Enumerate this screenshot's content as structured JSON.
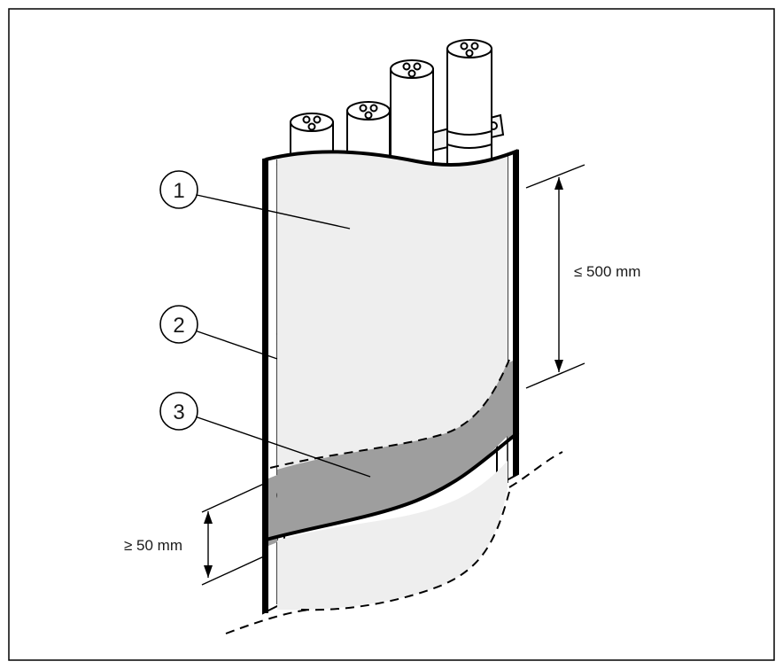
{
  "callouts": [
    {
      "id": "1",
      "text": "1"
    },
    {
      "id": "2",
      "text": "2"
    },
    {
      "id": "3",
      "text": "3"
    }
  ],
  "dimensions": {
    "top_spacing": "≤ 500 mm",
    "overlap": "≥ 50 mm"
  },
  "colors": {
    "frame": "#000000",
    "sheet_fill": "#eeeeee",
    "overlap_fill": "#9e9e9e",
    "background": "#ffffff"
  }
}
